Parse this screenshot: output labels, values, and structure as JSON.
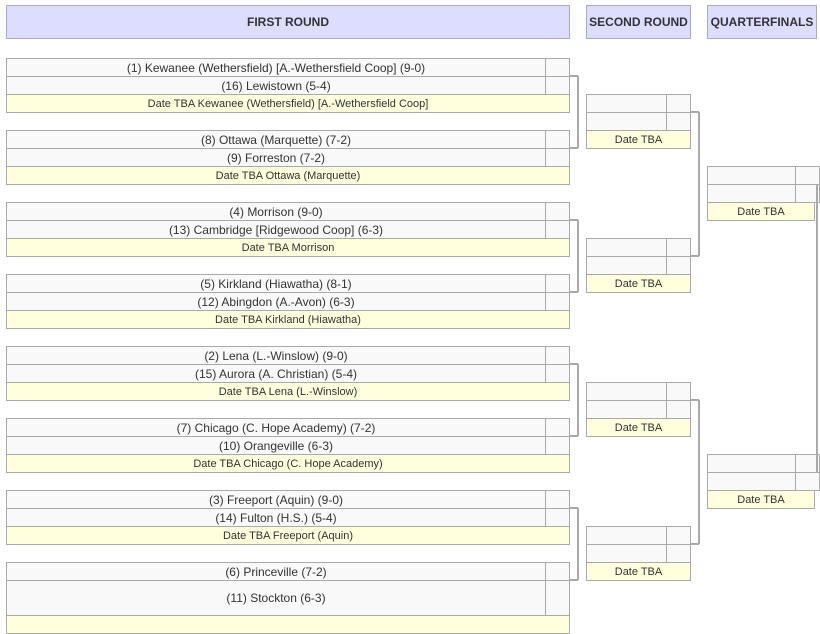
{
  "headers": {
    "first_round": "FIRST ROUND",
    "second_round": "SECOND ROUND",
    "quarterfinals": "QUARTERFINALS"
  },
  "first_round": [
    {
      "team1": "(1) Kewanee (Wethersfield) [A.-Wethersfield Coop] (9-0)",
      "team2": "(16) Lewistown (5-4)",
      "date": "Date TBA Kewanee (Wethersfield) [A.-Wethersfield Coop]"
    },
    {
      "team1": "(8) Ottawa (Marquette) (7-2)",
      "team2": "(9) Forreston (7-2)",
      "date": "Date TBA Ottawa (Marquette)"
    },
    {
      "team1": "(4) Morrison (9-0)",
      "team2": "(13) Cambridge [Ridgewood Coop] (6-3)",
      "date": "Date TBA Morrison"
    },
    {
      "team1": "(5) Kirkland (Hiawatha) (8-1)",
      "team2": "(12) Abingdon (A.-Avon) (6-3)",
      "date": "Date TBA Kirkland (Hiawatha)"
    },
    {
      "team1": "(2) Lena (L.-Winslow) (9-0)",
      "team2": "(15) Aurora (A. Christian) (5-4)",
      "date": "Date TBA Lena (L.-Winslow)"
    },
    {
      "team1": "(7) Chicago (C. Hope Academy) (7-2)",
      "team2": "(10) Orangeville (6-3)",
      "date": "Date TBA Chicago (C. Hope Academy)"
    },
    {
      "team1": "(3) Freeport (Aquin) (9-0)",
      "team2": "(14) Fulton (H.S.) (5-4)",
      "date": "Date TBA Freeport (Aquin)"
    },
    {
      "team1": "(6) Princeville (7-2)",
      "team2": "(11) Stockton (6-3)",
      "date": ""
    }
  ],
  "second_round": [
    {
      "date": "Date TBA"
    },
    {
      "date": "Date TBA"
    },
    {
      "date": "Date TBA"
    },
    {
      "date": "Date TBA"
    }
  ],
  "quarterfinals": [
    {
      "date": "Date TBA"
    },
    {
      "date": "Date TBA"
    }
  ]
}
